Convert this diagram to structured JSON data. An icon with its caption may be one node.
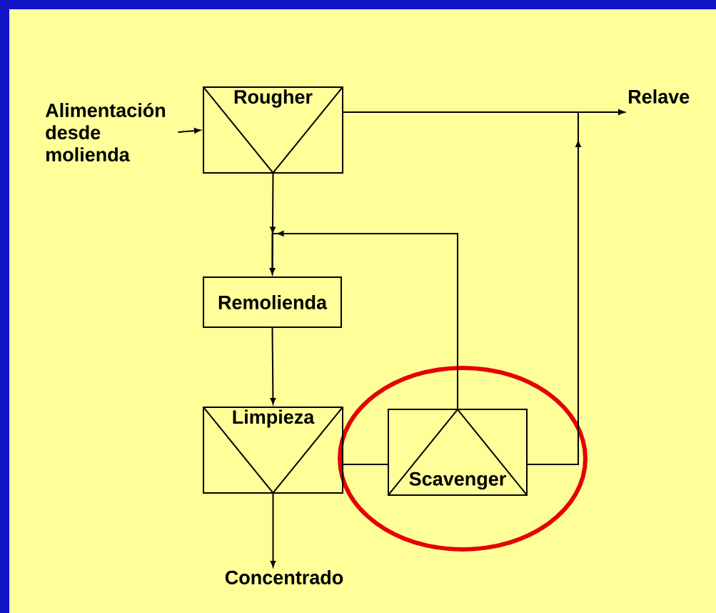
{
  "diagram": {
    "nodes": [
      {
        "text": [
          "Alimentación desde molienda"
        ]
      },
      {
        "text": [
          "Rougher"
        ]
      },
      {
        "text": [
          "Relave"
        ]
      },
      {
        "text": [
          "Remolienda"
        ]
      },
      {
        "text": [
          "Limpieza"
        ]
      },
      {
        "text": [
          "Scavenger"
        ]
      },
      {
        "text": [
          "Concentrado"
        ]
      }
    ],
    "edges": [
      {
        "from": 0,
        "to": 1,
        "arrow": "to"
      },
      {
        "from": 1,
        "to": 2,
        "arrow": "to"
      },
      {
        "from": 1,
        "to": 3,
        "arrow": "to"
      },
      {
        "from": 5,
        "to": 3,
        "arrow": "to"
      },
      {
        "from": 3,
        "to": 4,
        "arrow": "to"
      },
      {
        "from": 4,
        "to": 5,
        "arrow": "none"
      },
      {
        "from": 5,
        "to": 2,
        "arrow": "to"
      },
      {
        "from": 4,
        "to": 6,
        "arrow": "to"
      }
    ]
  }
}
